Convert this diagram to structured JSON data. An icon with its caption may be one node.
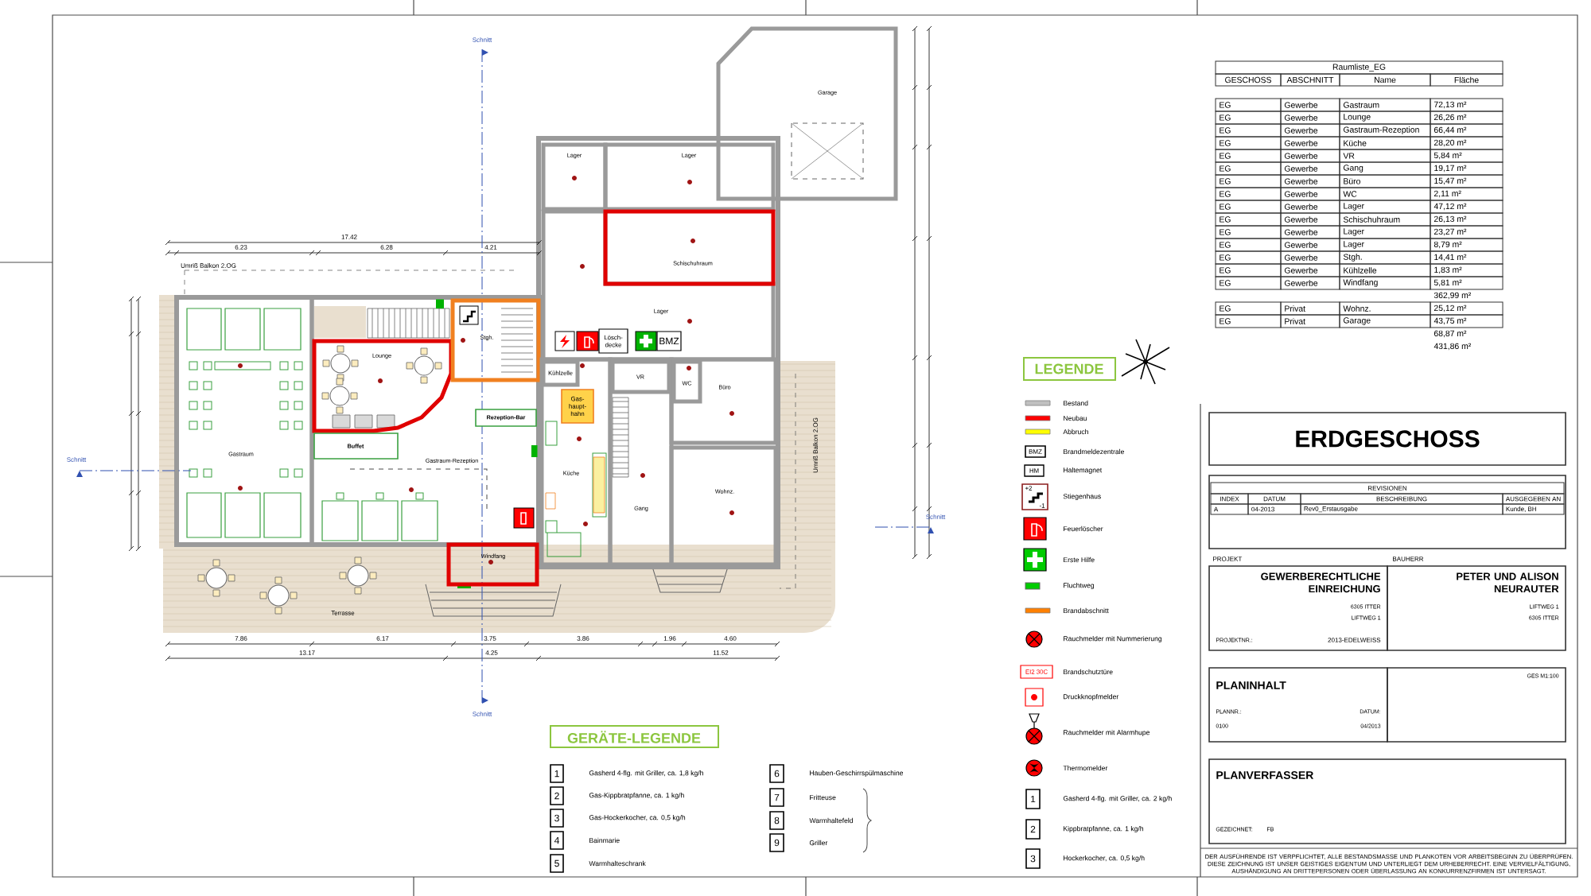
{
  "diagram": {
    "nodes": [
      {
        "text": [
          "LEGENDE"
        ]
      },
      {
        "text": [
          "GERÄTE-LEGENDE"
        ]
      },
      {
        "text": [
          "1"
        ],
        "beside": [
          "Gasherd 4-flg. mit Griller, ca. 1,8 kg/h"
        ]
      },
      {
        "text": [
          "2"
        ],
        "beside": [
          "Gas-Kippbratpfanne, ca. 1 kg/h"
        ]
      },
      {
        "text": [
          "3"
        ],
        "beside": [
          "Gas-Hockerkocher, ca. 0,5 kg/h"
        ]
      },
      {
        "text": [
          "4"
        ],
        "beside": [
          "Bainmarie"
        ]
      },
      {
        "text": [
          "5"
        ],
        "beside": [
          "Warmhalteschrank"
        ]
      },
      {
        "text": [
          "6"
        ],
        "beside": [
          "Hauben-Geschirrspülmaschine"
        ]
      },
      {
        "text": [
          "7"
        ],
        "beside": [
          "Fritteuse"
        ]
      },
      {
        "text": [
          "8"
        ],
        "beside": [
          "Warmhaltefeld"
        ]
      },
      {
        "text": [
          "9"
        ],
        "beside": [
          "Griller"
        ]
      },
      {
        "text": [
          "1"
        ],
        "beside": [
          "Gasherd 4-flg. mit Griller, ca. 2 kg/h"
        ]
      },
      {
        "text": [
          "2"
        ],
        "beside": [
          "Kippbratpfanne, ca. 1 kg/h"
        ]
      },
      {
        "text": [
          "3"
        ],
        "beside": [
          "Hockerkocher, ca. 0,5 kg/h"
        ]
      },
      {
        "text": [
          "ERDGESCHOSS"
        ]
      },
      {
        "text": [
          "GEWERBERECHTLICHE EINREICHUNG",
          "6305 ITTER",
          "LIFTWEG 1",
          "PROJEKTNR.:",
          "2013-EDELWEISS"
        ],
        "beside": [
          "PROJEKT"
        ]
      },
      {
        "text": [
          "PETER UND ALISON NEURAUTER",
          "LIFTWEG 1",
          "6305 ITTER"
        ],
        "beside": [
          "BAUHERR"
        ]
      },
      {
        "text": [
          "PLANINHALT",
          "PLANNR.:",
          "DATUM:",
          "0100",
          "04/2013"
        ]
      },
      {
        "text": [
          "GES M1:100"
        ]
      },
      {
        "text": [
          "PLANVERFASSER",
          "GEZEICHNET:",
          "FB"
        ]
      },
      {
        "text": [
          "Gastraum"
        ]
      },
      {
        "text": [
          "Gastraum-Rezeption"
        ]
      },
      {
        "text": [
          "Lounge"
        ],
        "in": 21
      },
      {
        "text": [
          "Stgh."
        ],
        "in": 21
      },
      {
        "text": [
          "Buffet"
        ],
        "in": 21
      },
      {
        "text": [
          "Rezeption-Bar"
        ],
        "in": 21
      },
      {
        "text": [
          "Lager"
        ]
      },
      {
        "text": [
          "Lager"
        ]
      },
      {
        "text": [
          "Lager"
        ]
      },
      {
        "text": [
          "Schischuhraum"
        ],
        "in": 28
      },
      {
        "text": [
          "Lösch-decke"
        ],
        "in": 28
      },
      {
        "text": [
          "BMZ"
        ],
        "in": 28
      },
      {
        "text": [
          "Küche"
        ]
      },
      {
        "text": [
          "Kühlzelle"
        ],
        "in": 32
      },
      {
        "text": [
          "Gas-haupt-hahn"
        ],
        "in": 32
      },
      {
        "text": [
          "Gang"
        ]
      },
      {
        "text": [
          "VR"
        ],
        "in": 35
      },
      {
        "text": [
          "Büro"
        ]
      },
      {
        "text": [
          "WC"
        ],
        "in": 37
      },
      {
        "text": [
          "Wohnz."
        ]
      },
      {
        "text": [
          "Windfang"
        ]
      },
      {
        "text": [
          "Garage"
        ]
      }
    ],
    "labels": [
      "Raumliste_EG",
      "GESCHOSS",
      "ABSCHNITT",
      "Name",
      "Fläche",
      "EG",
      "Gewerbe",
      "Gastraum",
      "72,13 m²",
      "EG",
      "Gewerbe",
      "Lounge",
      "26,26 m²",
      "EG",
      "Gewerbe",
      "Gastraum-Rezeption",
      "66,44 m²",
      "EG",
      "Gewerbe",
      "Küche",
      "28,20 m²",
      "EG",
      "Gewerbe",
      "VR",
      "5,84 m²",
      "EG",
      "Gewerbe",
      "Gang",
      "19,17 m²",
      "EG",
      "Gewerbe",
      "Büro",
      "15,47 m²",
      "EG",
      "Gewerbe",
      "WC",
      "2,11 m²",
      "EG",
      "Gewerbe",
      "Lager",
      "47,12 m²",
      "EG",
      "Gewerbe",
      "Schischuhraum",
      "26,13 m²",
      "EG",
      "Gewerbe",
      "Lager",
      "23,27 m²",
      "EG",
      "Gewerbe",
      "Lager",
      "8,79 m²",
      "EG",
      "Gewerbe",
      "Stgh.",
      "14,41 m²",
      "EG",
      "Gewerbe",
      "Kühlzelle",
      "1,83 m²",
      "EG",
      "Gewerbe",
      "Windfang",
      "5,81 m²",
      "362,99 m²",
      "EG",
      "Privat",
      "Wohnz.",
      "25,12 m²",
      "EG",
      "Privat",
      "Garage",
      "43,75 m²",
      "68,87 m²",
      "431,86 m²",
      "REVISIONEN",
      "INDEX",
      "DATUM",
      "BESCHREIBUNG",
      "AUSGEGEBEN AN",
      "A",
      "04-2013",
      "Rev0_Erstausgabe",
      "Kunde, BH",
      "Schnitt",
      "Umriß Balkon 2.OG",
      "17.42",
      "6.23",
      "6.28",
      "4.21",
      "Schnitt",
      "Schnitt",
      "Terrasse",
      "7.86",
      "6.17",
      "3.75",
      "3.86",
      "1.96",
      "4.60",
      "13.17",
      "4.25",
      "11.52",
      "Schnitt",
      "BMZ",
      "HM",
      "+2",
      "-1",
      "EI2 30C",
      "DER AUSFÜHRENDE IST VERPFLICHTET, ALLE BESTANDSMASSE UND PLANKOTEN VOR ARBEITSBEGINN ZU ÜBERPRÜFEN. DIESE ZEICHNUNG IST UNSER GEISTIGES EIGENTUM UND UNTERLIEGT DEM URHEBERRECHT. EINE VERVIELFÄLTIGUNG, AUSHÄNDIGUNG AN DRITTEPERSONEN ODER ÜBERLASSUNG AN KONKURRENZFIRMEN IST UNTERSAGT.",
      "Umriß Balkon 2.OG"
    ],
    "legend": [
      {
        "text": "Bestand",
        "color": "#c0c0c0"
      },
      {
        "text": "Neubau",
        "color": "#ff0000"
      },
      {
        "text": "Abbruch",
        "color": "#ffff00"
      },
      {
        "text": "Brandmeldezentrale"
      },
      {
        "text": "Haltemagnet"
      },
      {
        "text": "Stiegenhaus"
      },
      {
        "text": "Feuerlöscher"
      },
      {
        "text": "Erste Hilfe"
      },
      {
        "text": "Fluchtweg"
      },
      {
        "text": "Brandabschnitt",
        "color": "#ff8000"
      },
      {
        "text": "Rauchmelder mit Nummerierung"
      },
      {
        "text": "Brandschutztüre"
      },
      {
        "text": "Druckknopfmelder"
      },
      {
        "text": "Rauchmelder mit Alarmhupe"
      },
      {
        "text": "Thermomelder"
      }
    ]
  }
}
